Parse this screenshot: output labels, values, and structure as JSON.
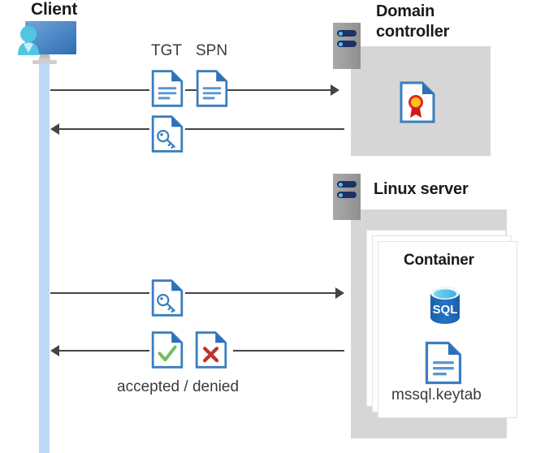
{
  "diagram": {
    "type": "kerberos-authentication-flow",
    "title_texts": {
      "client": "Client",
      "domain_controller": "Domain\ncontroller",
      "domain_controller_line1": "Domain",
      "domain_controller_line2": "controller",
      "linux_server": "Linux server",
      "container": "Container"
    },
    "labels": {
      "tgt": "TGT",
      "spn": "SPN",
      "keytab_file": "mssql.keytab",
      "accepted_denied": "accepted / denied"
    },
    "icons": {
      "client": "client-workstation-icon",
      "server_rack": "server-rack-icon",
      "document": "document-icon",
      "key_document": "key-document-icon",
      "certificate_document": "certificate-document-icon",
      "accepted_document": "check-document-icon",
      "denied_document": "cross-document-icon",
      "database": "sql-database-icon"
    },
    "flows": [
      {
        "id": 1,
        "direction": "right",
        "from": "Client",
        "to": "Domain controller",
        "payload": [
          "TGT",
          "SPN"
        ]
      },
      {
        "id": 2,
        "direction": "left",
        "from": "Domain controller",
        "to": "Client",
        "payload": [
          "key-document"
        ]
      },
      {
        "id": 3,
        "direction": "right",
        "from": "Client",
        "to": "Linux server",
        "payload": [
          "key-document"
        ]
      },
      {
        "id": 4,
        "direction": "left",
        "from": "Linux server",
        "to": "Client",
        "payload": [
          "accepted",
          "denied"
        ]
      }
    ],
    "colors": {
      "lifeline": "#bcd9f5",
      "gray_box": "#d6d6d6",
      "server_rack": "#9c9c9c",
      "rack_pill": "#1f3164",
      "rack_led": "#4fc3f7",
      "doc_blue": "#3a7ebf",
      "doc_fold": "#2d6fb8",
      "arrow": "#444444",
      "text": "#1a1a1a",
      "accepted_green": "#6cbf5b",
      "denied_red": "#c0322c",
      "sql_blue": "#1e5fa8",
      "cert_red": "#cc2222",
      "cert_gold": "#f5c518"
    }
  }
}
